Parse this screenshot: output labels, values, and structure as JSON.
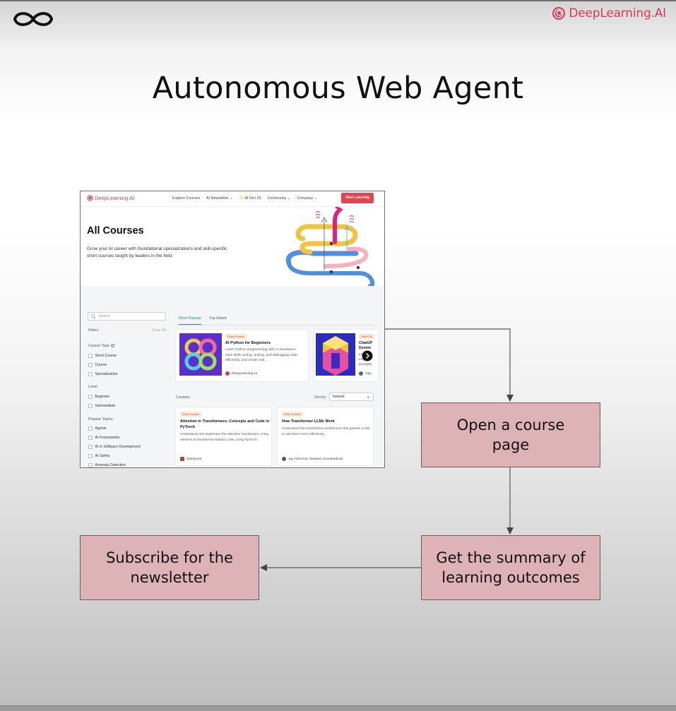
{
  "header": {
    "brand_text": "DeepLearning.AI",
    "brand_color": "#d83a52",
    "left_logo_icon": "infinity-icon"
  },
  "slide": {
    "title": "Autonomous Web Agent"
  },
  "screenshot": {
    "nav": {
      "logo_text": "DeepLearning.AI",
      "links": [
        "Explore Courses",
        "AI Newsletter ⌄",
        "✨ AI Dev 25",
        "Community ⌄",
        "Company ⌄"
      ],
      "cta": "Start Learning"
    },
    "hero": {
      "title": "All Courses",
      "description": "Grow your AI career with foundational specializations and skill-specific short courses taught by leaders in the field."
    },
    "sidebar": {
      "search_placeholder": "Search",
      "filters_label": "Filters",
      "clear_all": "Clear All",
      "course_type_label": "Course Type",
      "course_type_info": "i",
      "course_types": [
        "Short Course",
        "Course",
        "Specialization"
      ],
      "level_label": "Level",
      "levels": [
        "Beginner",
        "Intermediate"
      ],
      "topics_label": "Popular Topics",
      "topics": [
        "Agents",
        "AI Frameworks",
        "AI in Software Development",
        "AI Safety",
        "Anomaly Detection"
      ]
    },
    "tabs": [
      "Most Popular",
      "Top Rated"
    ],
    "featured": [
      {
        "badge": "Short Course",
        "title": "AI Python for Beginners",
        "description": "Learn Python programming with AI assistance. Gain skills writing, testing, and debugging code efficiently, and create real...",
        "author": "DeepLearning.AI"
      },
      {
        "badge": "Short Co",
        "title_lines": [
          "ChatGP",
          "Develo"
        ],
        "description_lines": [
          "Lea",
          "engi",
          "promptin"
        ],
        "author": "Ope"
      }
    ],
    "courses_label": "Courses",
    "sort_label": "Sort by:",
    "sort_value": "Newest",
    "courses": [
      {
        "badge": "Short Course",
        "title": "Attention in Transformers: Concepts and Code in PyTorch",
        "description": "Understand and implement the attention mechanism, a key element of transformer-based LLMs, using PyTorch.",
        "author": "StatQuest"
      },
      {
        "badge": "Short Course",
        "title": "How Transformer LLMs Work",
        "description": "Understand the transformer architecture that powers LLMs to use them more effectively.",
        "author": "Jay Alammar, Maarten Grootendorst"
      }
    ]
  },
  "flow": {
    "open_course": "Open a course page",
    "summary": "Get the summary of learning outcomes",
    "subscribe": "Subscribe for the newsletter",
    "box_color": "#ddb3b7"
  }
}
